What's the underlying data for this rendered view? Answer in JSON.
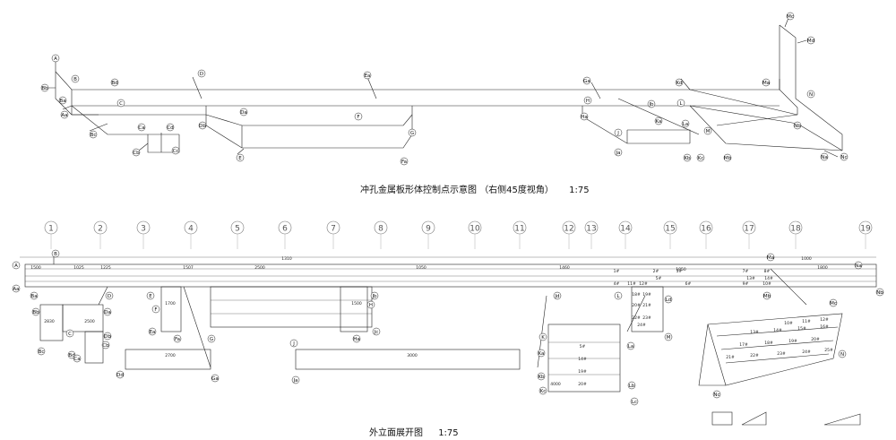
{
  "captions": {
    "top_title": "冲孔金属板形体控制点示意图",
    "top_note": "（右侧45度视角）",
    "top_scale": "1:75",
    "bottom_title": "外立面展开图",
    "bottom_scale": "1:75"
  },
  "axis_labels": [
    "1",
    "2",
    "3",
    "4",
    "5",
    "6",
    "7",
    "8",
    "9",
    "10",
    "11",
    "12",
    "13",
    "14",
    "15",
    "16",
    "17",
    "18",
    "19"
  ],
  "point_labels": {
    "iso": [
      "A",
      "B",
      "Bb",
      "Ba",
      "Aa",
      "Bc",
      "Bd",
      "C",
      "Ca",
      "Cb",
      "Cc",
      "Cd",
      "D",
      "Da",
      "Db",
      "E",
      "Ea",
      "F",
      "Fa",
      "G",
      "Ga",
      "H",
      "Ha",
      "J",
      "Ja",
      "Jb",
      "Ka",
      "Kb",
      "Kc",
      "Kd",
      "L",
      "La",
      "M",
      "Mb",
      "Ma",
      "Mc",
      "Md",
      "N",
      "Nb",
      "Na",
      "Nc"
    ],
    "elev": [
      "A",
      "B",
      "Aa",
      "Ba",
      "Bb",
      "Bc",
      "Bd",
      "C",
      "Ca",
      "Cb",
      "D",
      "Da",
      "Db",
      "Dd",
      "E",
      "Ea",
      "F",
      "Fa",
      "G",
      "Ga",
      "H",
      "Ha",
      "J",
      "Ja",
      "Jb",
      "Jc",
      "Jd",
      "K",
      "Ka",
      "Kb",
      "Kc",
      "L",
      "La",
      "Lb",
      "Lc",
      "Ld",
      "M",
      "Ma",
      "Mb",
      "Mc",
      "N",
      "Na",
      "Nb",
      "Nc"
    ]
  },
  "panel_labels": {
    "strip": [
      "1#",
      "2#",
      "3#",
      "4#",
      "5#",
      "6#",
      "7#",
      "8#",
      "9#",
      "10#",
      "11#",
      "12#",
      "13#",
      "14#"
    ],
    "col14": [
      "18#",
      "19#",
      "20#",
      "21#",
      "22#",
      "23#",
      "24#"
    ],
    "recess": [
      "5#",
      "14#",
      "19#",
      "20#"
    ],
    "skew": [
      "10#",
      "11#",
      "12#",
      "13#",
      "14#",
      "15#",
      "16#",
      "17#",
      "18#",
      "19#",
      "20#",
      "21#",
      "22#",
      "23#",
      "24#",
      "25#"
    ]
  },
  "dimensions": [
    "1500",
    "1025",
    "1225",
    "1507",
    "2500",
    "1050",
    "1460",
    "1800",
    "1310",
    "1000",
    "2830",
    "2500",
    "1700",
    "1500",
    "4000",
    "1850",
    "2700",
    "3000"
  ]
}
